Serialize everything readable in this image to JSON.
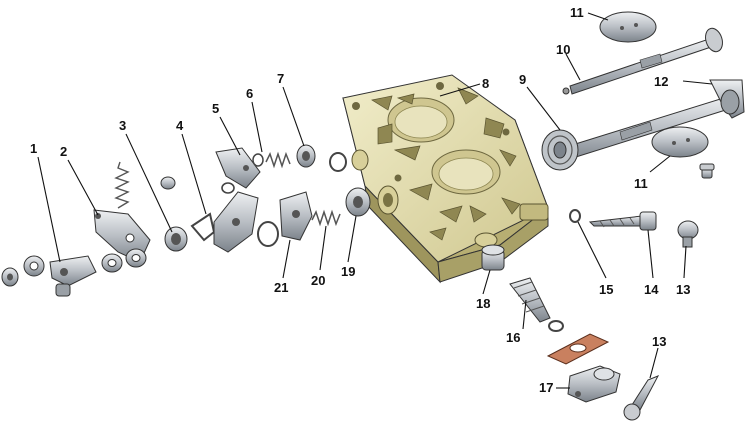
{
  "diagram": {
    "colors": {
      "body": "#e4dfb6",
      "body_dark": "#c9c28a",
      "body_shadow": "#a79f62",
      "steel": "#c9ccd0",
      "steel_dark": "#7f858c",
      "gasket": "#c9805f",
      "background": "#ffffff"
    },
    "callouts": [
      {
        "num": "1"
      },
      {
        "num": "2"
      },
      {
        "num": "3"
      },
      {
        "num": "4"
      },
      {
        "num": "5"
      },
      {
        "num": "6"
      },
      {
        "num": "7"
      },
      {
        "num": "8"
      },
      {
        "num": "9"
      },
      {
        "num": "10"
      },
      {
        "num": "11"
      },
      {
        "num": "11"
      },
      {
        "num": "12"
      },
      {
        "num": "13"
      },
      {
        "num": "13"
      },
      {
        "num": "14"
      },
      {
        "num": "15"
      },
      {
        "num": "16"
      },
      {
        "num": "17"
      },
      {
        "num": "18"
      },
      {
        "num": "19"
      },
      {
        "num": "20"
      },
      {
        "num": "21"
      }
    ]
  }
}
